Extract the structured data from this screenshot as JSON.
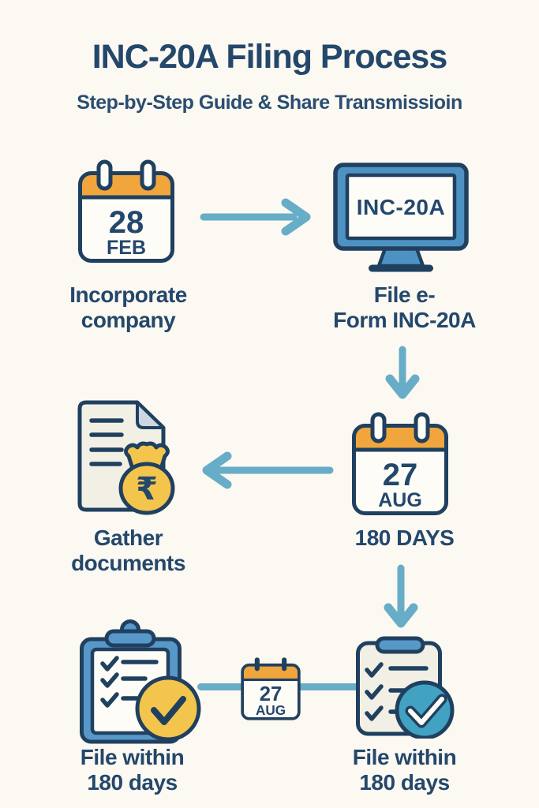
{
  "header": {
    "title": "INC-20A Filing Process",
    "subtitle": "Step-by-Step Guide & Share Transmissioin"
  },
  "flow": {
    "incorporate": {
      "calendar_day": "28",
      "calendar_month": "FEB",
      "label": "Incorporate\ncompany"
    },
    "file_eform": {
      "screen_text": "INC-20A",
      "label": "File e-\nForm INC-20A"
    },
    "deadline": {
      "calendar_day": "27",
      "calendar_month": "AUG",
      "label": "180 DAYS"
    },
    "gather_documents": {
      "currency_symbol": "₹",
      "label": "Gather\ndocuments"
    },
    "file_within_left": {
      "label": "File within\n180 days"
    },
    "mini_calendar": {
      "day": "27",
      "month": "AUG"
    },
    "file_within_right": {
      "label": "File within\n180 days"
    }
  },
  "colors": {
    "navy": "#24476c",
    "stroke_navy": "#20405f",
    "orange": "#f1a63d",
    "yellow": "#f4c54d",
    "blue": "#5898c8",
    "monitor_blue": "#4e92c4",
    "arrow_blue": "#67adc8",
    "teal": "#42a2c2",
    "paper": "#fdfcf7",
    "cream_paper": "#f2efe5",
    "background": "#fcf9f2"
  }
}
